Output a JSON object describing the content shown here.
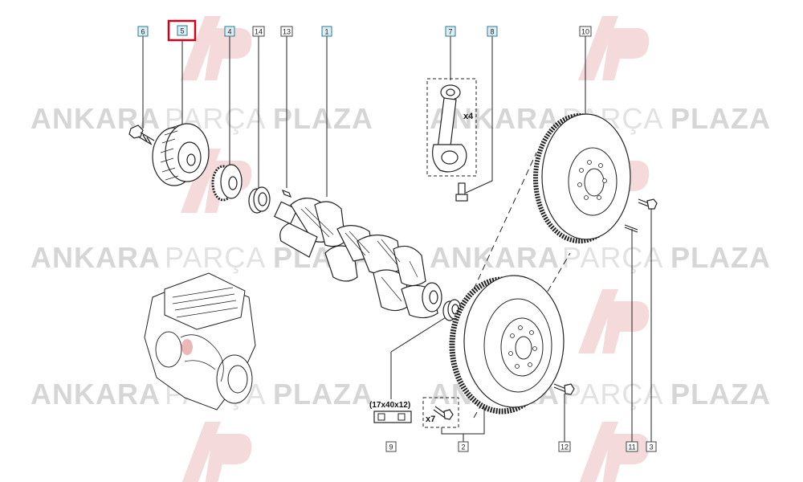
{
  "diagram": {
    "selected_ref": "5",
    "refs": {
      "r1": "1",
      "r2": "2",
      "r3": "3",
      "r4": "4",
      "r5": "5",
      "r6": "6",
      "r7": "7",
      "r8": "8",
      "r9": "9",
      "r10": "10",
      "r11": "11",
      "r12": "12",
      "r13": "13",
      "r14": "14"
    },
    "size_label": "(17x40x12)",
    "qty_conrod": "x4",
    "qty_bolts": "x7"
  },
  "watermark": {
    "word1": "ANKARA",
    "word2": "PARÇA",
    "word3": "PLAZA"
  },
  "colors": {
    "ref_fill": "#dbeef3",
    "ref_border": "#2a7b8f",
    "selected_border": "#d0021b",
    "line": "#222222",
    "watermark": "#d6d6d6",
    "logo": "#f3d5d5"
  }
}
